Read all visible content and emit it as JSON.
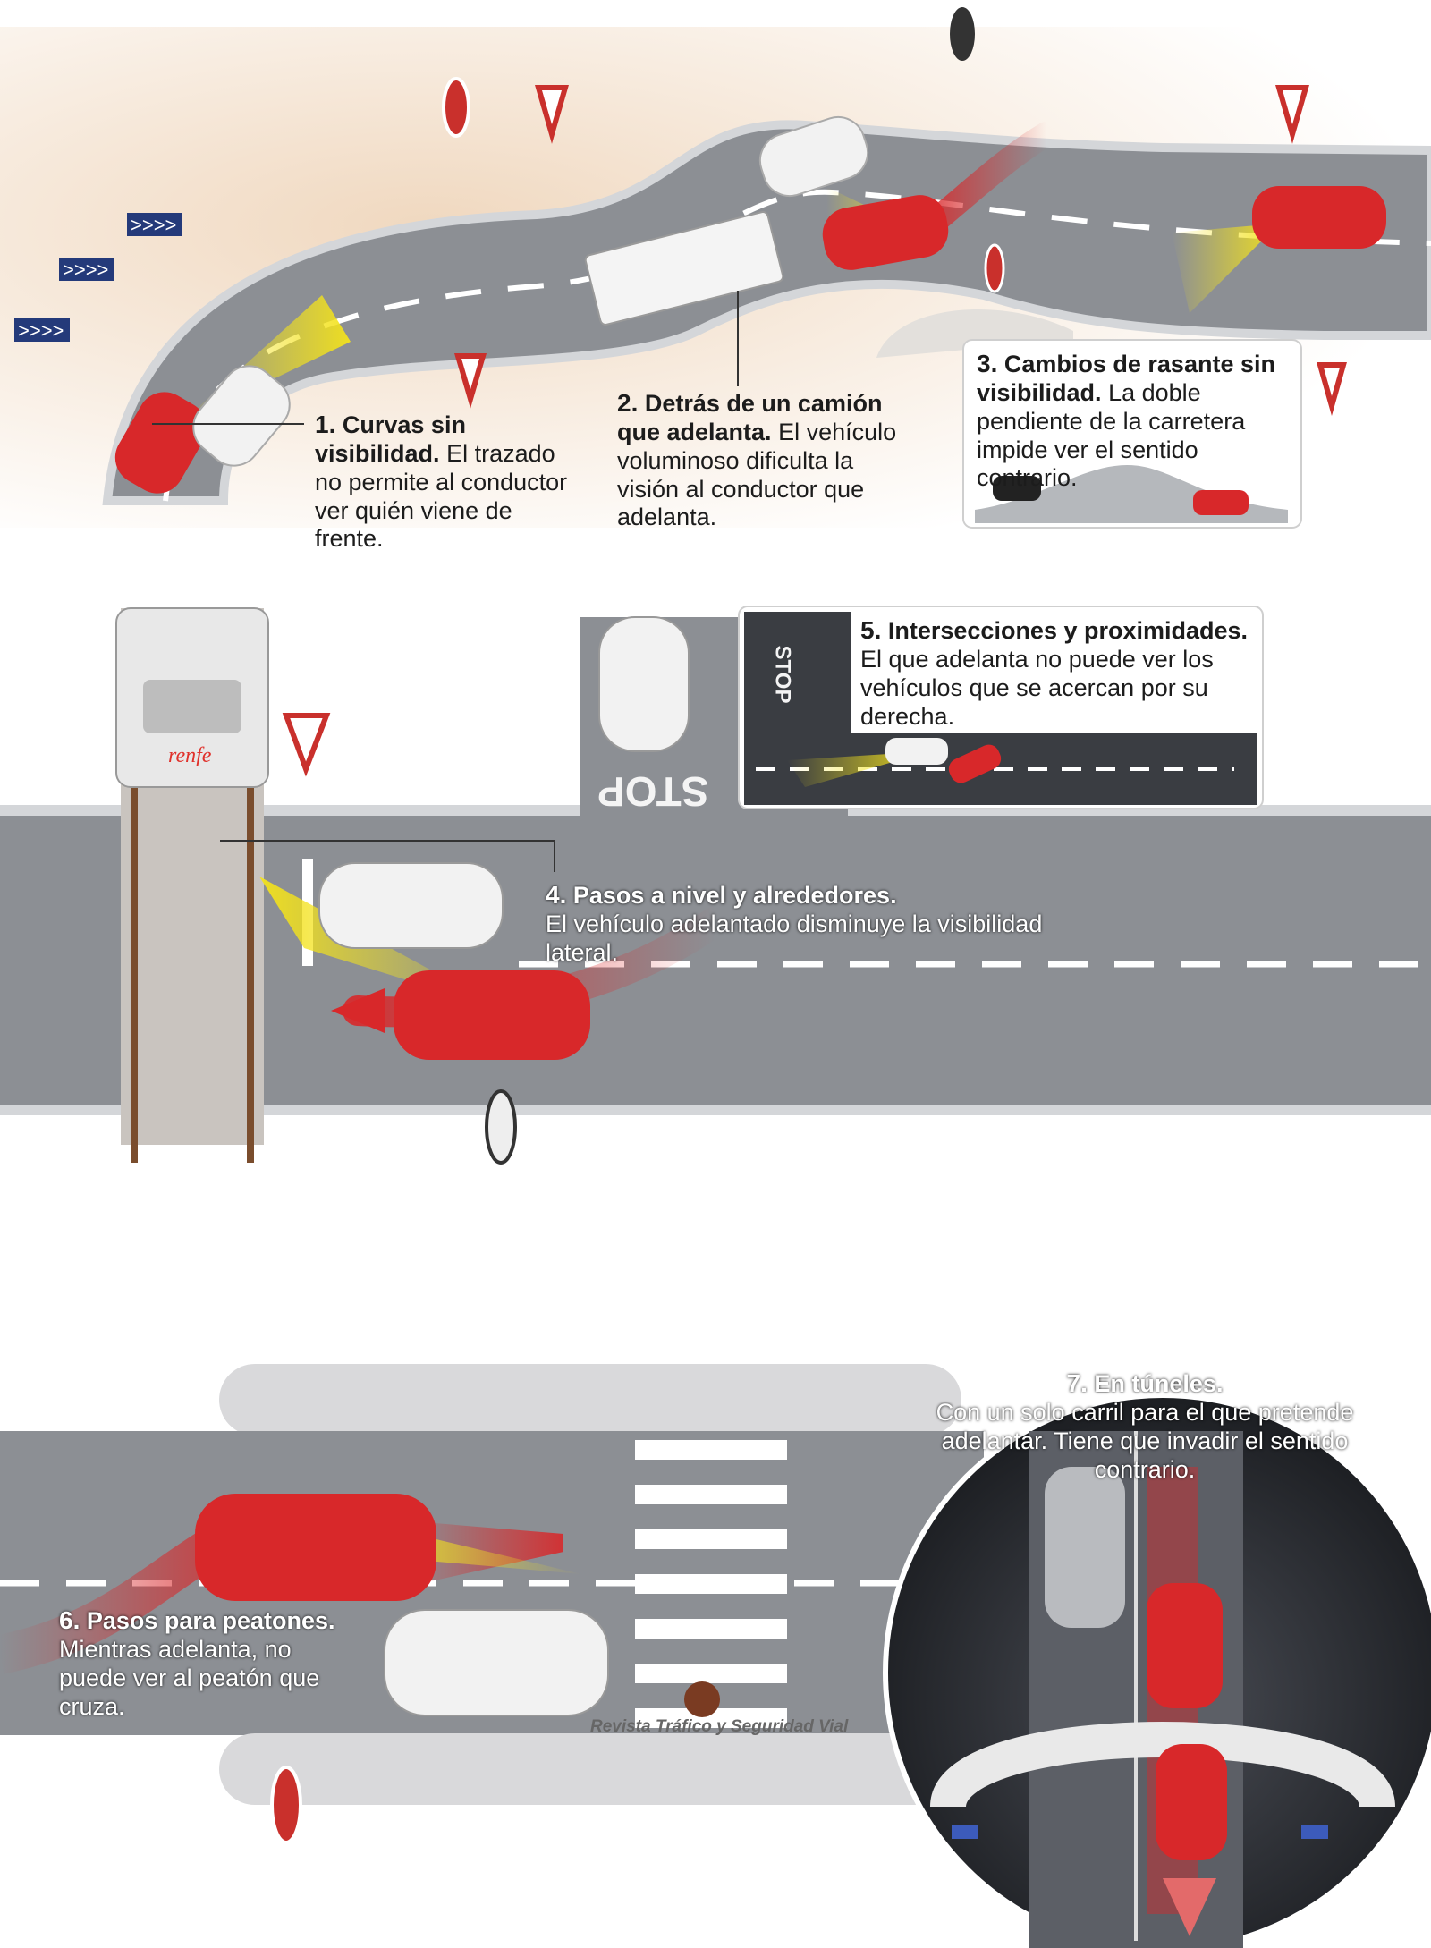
{
  "sections": [
    {
      "number": "1.",
      "title": "Curvas sin visibilidad.",
      "body": "El trazado no permite al conductor ver quién viene de frente."
    },
    {
      "number": "2.",
      "title": "Detrás de un camión que adelanta.",
      "body": "El vehículo voluminoso dificulta la visión al conductor que adelanta."
    },
    {
      "number": "3.",
      "title": "Cambios de rasante sin visibilidad.",
      "body": "La doble pendiente de la carretera impide ver el sentido contrario."
    },
    {
      "number": "4.",
      "title": "Pasos a nivel y alrededores.",
      "body": "El vehículo adelantado disminuye la visibilidad lateral."
    },
    {
      "number": "5.",
      "title": "Intersecciones y proximidades.",
      "body": "El que adelanta no puede ver los vehículos que se acercan por su derecha."
    },
    {
      "number": "6.",
      "title": "Pasos para peatones.",
      "body": "Mientras adelanta, no puede ver al peatón que cruza."
    },
    {
      "number": "7.",
      "title": "En túneles.",
      "body": "Con un solo carril para el que pretende adelantar. Tiene que invadir el sentido contrario."
    }
  ],
  "road_markings": {
    "stop_main": "STOP",
    "stop_inset": "STOP"
  },
  "train_brand": "renfe",
  "credit": "Revista Tráfico y Seguridad Vial",
  "colors": {
    "road": "#8c8f94",
    "car_red": "#d8282a",
    "car_white": "#f2f2f2",
    "beam": "#f3e21c",
    "arrow_red": "#d8282a",
    "arrow_gray": "#b5b5b5",
    "tunnel": "#2a2d33"
  }
}
